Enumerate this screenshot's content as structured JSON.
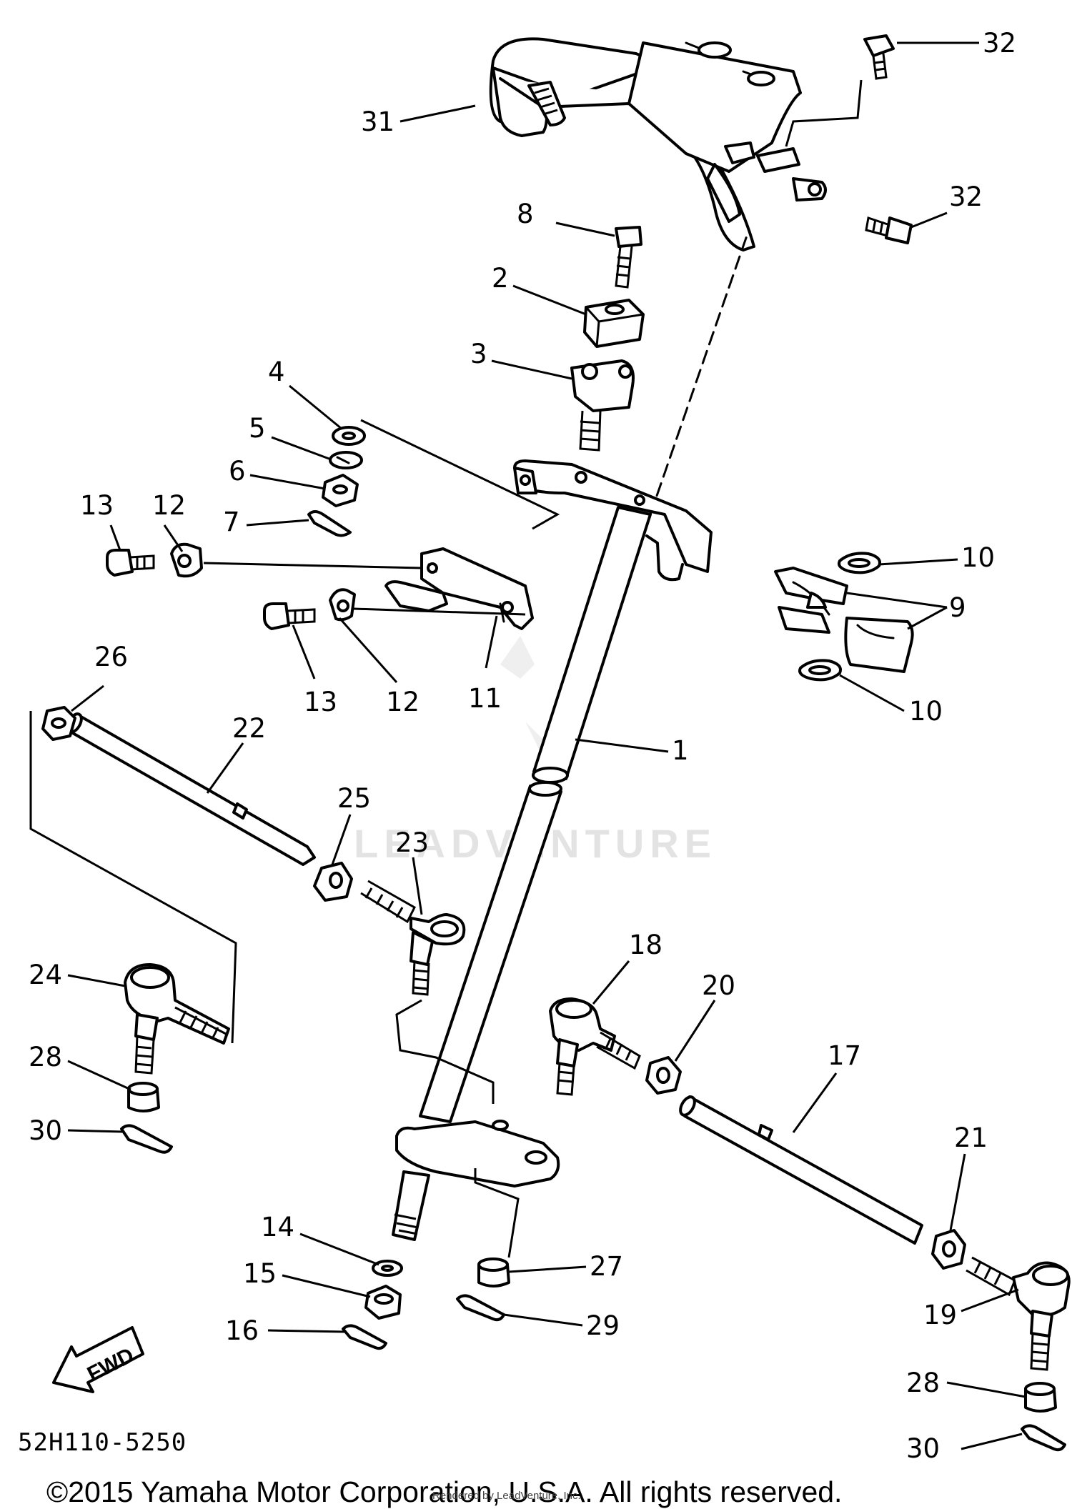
{
  "diagram": {
    "callouts": [
      {
        "id": "n32a",
        "label": "32"
      },
      {
        "id": "n31",
        "label": "31"
      },
      {
        "id": "n32b",
        "label": "32"
      },
      {
        "id": "n8",
        "label": "8"
      },
      {
        "id": "n2",
        "label": "2"
      },
      {
        "id": "n3",
        "label": "3"
      },
      {
        "id": "n4",
        "label": "4"
      },
      {
        "id": "n5",
        "label": "5"
      },
      {
        "id": "n6",
        "label": "6"
      },
      {
        "id": "n7",
        "label": "7"
      },
      {
        "id": "n13a",
        "label": "13"
      },
      {
        "id": "n12a",
        "label": "12"
      },
      {
        "id": "n10a",
        "label": "10"
      },
      {
        "id": "n9",
        "label": "9"
      },
      {
        "id": "n10b",
        "label": "10"
      },
      {
        "id": "n13b",
        "label": "13"
      },
      {
        "id": "n12b",
        "label": "12"
      },
      {
        "id": "n11",
        "label": "11"
      },
      {
        "id": "n26",
        "label": "26"
      },
      {
        "id": "n22",
        "label": "22"
      },
      {
        "id": "n1",
        "label": "1"
      },
      {
        "id": "n25",
        "label": "25"
      },
      {
        "id": "n23",
        "label": "23"
      },
      {
        "id": "n24",
        "label": "24"
      },
      {
        "id": "n18",
        "label": "18"
      },
      {
        "id": "n20",
        "label": "20"
      },
      {
        "id": "n17",
        "label": "17"
      },
      {
        "id": "n28a",
        "label": "28"
      },
      {
        "id": "n30a",
        "label": "30"
      },
      {
        "id": "n21",
        "label": "21"
      },
      {
        "id": "n14",
        "label": "14"
      },
      {
        "id": "n15",
        "label": "15"
      },
      {
        "id": "n27",
        "label": "27"
      },
      {
        "id": "n16",
        "label": "16"
      },
      {
        "id": "n29",
        "label": "29"
      },
      {
        "id": "n19",
        "label": "19"
      },
      {
        "id": "n28b",
        "label": "28"
      },
      {
        "id": "n30b",
        "label": "30"
      }
    ],
    "fwd_label": "FWD",
    "drawing_code": "52H110-5250",
    "watermark": "LEADVENTURE",
    "copyright": "©2015 Yamaha Motor Corporation, U.S.A. All rights reserved.",
    "credit": "Rendered by LeadVenture, Inc."
  }
}
